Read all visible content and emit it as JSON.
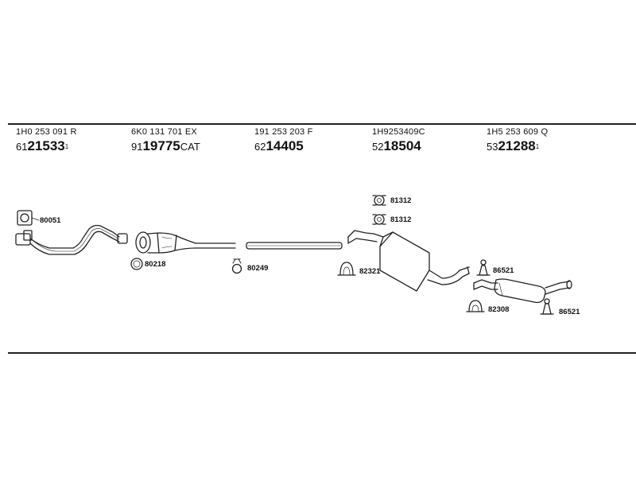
{
  "header_parts": [
    {
      "oem": "1H0 253 091 R",
      "prefix": "61",
      "code": "21533",
      "suffix": "",
      "sup": "1"
    },
    {
      "oem": "6K0 131 701 EX",
      "prefix": "91",
      "code": "19775",
      "suffix": "CAT",
      "sup": ""
    },
    {
      "oem": "191 253 203 F",
      "prefix": "62",
      "code": "14405",
      "suffix": "",
      "sup": ""
    },
    {
      "oem": "1H9253409C",
      "prefix": "52",
      "code": "18504",
      "suffix": "",
      "sup": ""
    },
    {
      "oem": "1H5 253 609 Q",
      "prefix": "53",
      "code": "21288",
      "suffix": "",
      "sup": "1"
    }
  ],
  "callouts": {
    "gasket_front": "80051",
    "ring_cat": "80218",
    "clamp_mid": "80249",
    "mount_top_1": "81312",
    "mount_top_2": "81312",
    "clamp_mid_muffler": "82321",
    "hanger_rear_top": "86521",
    "clamp_rear": "82308",
    "hanger_rear_bottom": "86521"
  }
}
